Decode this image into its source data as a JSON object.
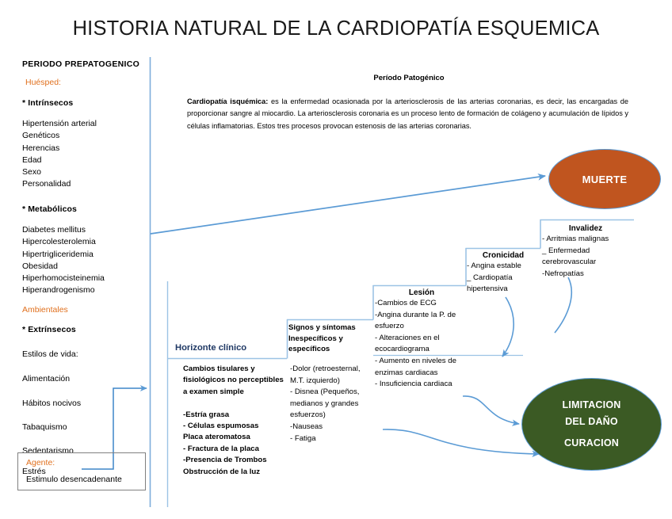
{
  "title": "HISTORIA NATURAL DE LA CARDIOPATÍA ESQUEMICA",
  "left_column": {
    "period_label": "PERIODO PREPATOGENICO",
    "host_label": "Huésped:",
    "intrinsic_header": "* Intrínsecos",
    "intrinsic_items": "Hipertensión arterial\nGenéticos\nHerencias\nEdad\nSexo\nPersonalidad",
    "metabolic_header": "* Metabólicos",
    "metabolic_items": "Diabetes  mellitus\nHipercolesterolemia\nHipertrigliceridemia\nObesidad\nHiperhomocisteinemia\nHiperandrogenismo",
    "environmental_label": "Ambientales",
    "extrinsic_header": "* Extrínsecos",
    "extrinsic_items": [
      "Estilos de vida:",
      "Alimentación",
      "Hábitos nocivos",
      "Tabaquismo",
      "Sedentarismo",
      "Estrés"
    ],
    "agent_label": "Agente:",
    "agent_value": "Estimulo desencadenante"
  },
  "pathogenic": {
    "heading": "Período Patogénico",
    "definition_term": "Cardiopatía isquémica:",
    "definition_text": " es la enfermedad ocasionada por la arteriosclerosis de las arterias coronarias, es decir, las encargadas de proporcionar sangre al miocardio. La arteriosclerosis coronaria es un proceso lento de formación de colágeno y acumulación de lípidos y células inflamatorias. Estos tres procesos provocan estenosis de las arterias coronarias."
  },
  "clinical_horizon": {
    "label": "Horizonte clínico",
    "prepathogenic_detail": "  Cambios tisulares y fisiológicos no perceptibles a examen simple\n\n-Estría grasa\n- Células espumosas\nPlaca ateromatosa\n- Fractura de la placa\n-Presencia de Trombos\nObstrucción de la luz",
    "symptoms_detail": "-Dolor (retroesternal, M.T. izquierdo)\n- Disnea (Pequeños, medianos y grandes esfuerzos)\n-Nauseas\n- Fatiga"
  },
  "stages": [
    {
      "id": "signos",
      "title": "Signos y síntomas\nInespecíficos y\nespecíficos",
      "body": ""
    },
    {
      "id": "lesion",
      "title": "Lesión",
      "body": "-Cambios de ECG\n-Angina durante la P. de esfuerzo\n- Alteraciones en el ecocardiograma\n- Aumento en niveles de enzimas cardiacas\n- Insuficiencia cardiaca"
    },
    {
      "id": "cronicidad",
      "title": "Cronicidad",
      "body": "- Angina estable\n_ Cardiopatía hipertensiva"
    },
    {
      "id": "invalidez",
      "title": "Invalidez",
      "body": "- Arritmias malignas\n_ Enfermedad cerebrovascular\n-Nefropatías"
    }
  ],
  "outcomes": {
    "death": "MUERTE",
    "limitation_line1": "LIMITACION",
    "limitation_line2": "DEL DAÑO",
    "limitation_line3": "CURACION"
  },
  "colors": {
    "death_fill": "#C0551F",
    "limitation_fill": "#3B5A24",
    "accent_orange": "#E0701E",
    "accent_blue": "#5B9BD5",
    "heading_navy": "#1F3864"
  }
}
